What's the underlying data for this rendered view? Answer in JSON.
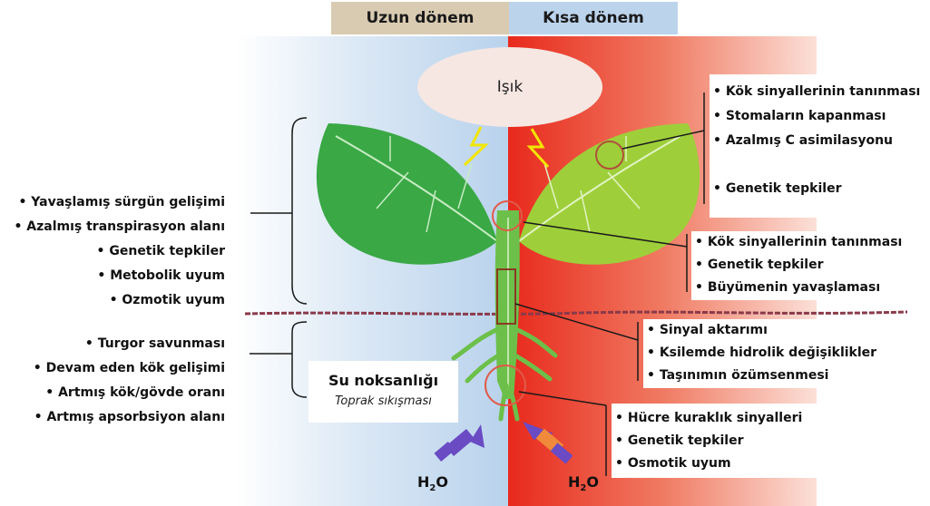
{
  "header": {
    "long_term": "Uzun dönem",
    "short_term": "Kısa dönem"
  },
  "light": "Işık",
  "left_upper_items": [
    "Yavaşlamış sürgün gelişimi",
    "Azalmış transpirasyon alanı",
    "Genetik tepkiler",
    "Metobolik uyum",
    "Ozmotik uyum"
  ],
  "left_lower_items": [
    "Turgor savunması",
    "Devam eden kök gelişimi",
    "Artmış kök/gövde oranı",
    "Artmış apsorbsiyon alanı"
  ],
  "right_leaf_items": [
    "Kök sinyallerinin tanınması",
    "Stomaların kapanması",
    "Azalmış C asimilasyonu",
    "Genetik tepkiler"
  ],
  "right_stem_items": [
    "Kök sinyallerinin tanınması",
    "Genetik tepkiler",
    "Büyümenin yavaşlaması"
  ],
  "right_xylem_items": [
    "Sinyal aktarımı",
    "Ksilemde hidrolik değişiklikler",
    "Taşınımın özümsenmesi"
  ],
  "right_root_items": [
    "Hücre kuraklık sinyalleri",
    "Genetik tepkiler",
    "Osmotik uyum"
  ],
  "center_label": {
    "title": "Su noksanlığı",
    "subtitle": "Toprak sıkışması"
  },
  "water": {
    "left": "H",
    "right": "H",
    "sub": "2",
    "o": "O"
  },
  "colors": {
    "long_term_bg": "#cde0f2",
    "short_term_bg": "#ee4a3c",
    "leaf_dark": "#3aa845",
    "leaf_light": "#9ecf3a"
  }
}
